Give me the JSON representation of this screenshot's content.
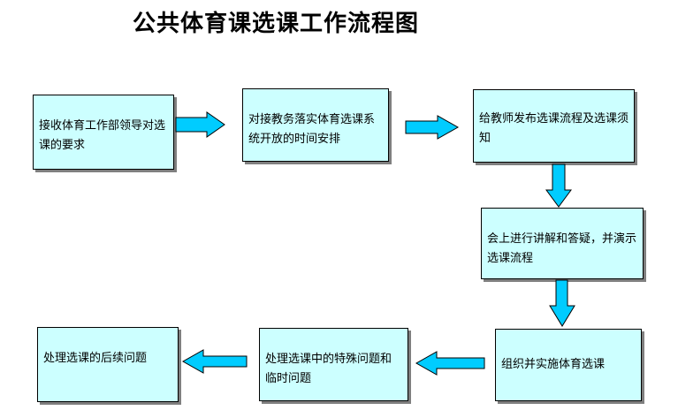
{
  "title": "公共体育课选课工作流程图",
  "colors": {
    "box_fill": "#ccffff",
    "box_border": "#000000",
    "box_shadow": "#7f7f7f",
    "arrow_fill": "#00ccff",
    "arrow_stroke": "#000000"
  },
  "steps": [
    "接收体育工作部领导对选课的要求",
    "对接教务落实体育选课系统开放的时间安排",
    "给教师发布选课流程及选课须知",
    "会上进行讲解和答疑，并演示选课流程",
    "组织并实施体育选课",
    "处理选课中的特殊问题和临时问题",
    "处理选课的后续问题"
  ],
  "arrows": [
    {
      "from": 1,
      "to": 2,
      "direction": "right"
    },
    {
      "from": 2,
      "to": 3,
      "direction": "right"
    },
    {
      "from": 3,
      "to": 4,
      "direction": "down"
    },
    {
      "from": 4,
      "to": 5,
      "direction": "down"
    },
    {
      "from": 5,
      "to": 6,
      "direction": "left"
    },
    {
      "from": 6,
      "to": 7,
      "direction": "left"
    }
  ]
}
